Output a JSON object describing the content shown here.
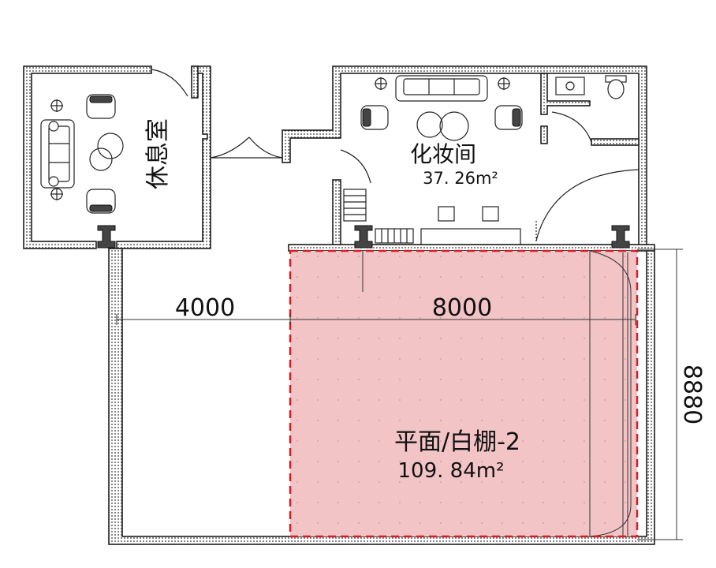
{
  "rooms": {
    "lounge": {
      "label": "休息室"
    },
    "makeup": {
      "label": "化妆间",
      "area": "37. 26m²"
    },
    "studio": {
      "label": "平面/白棚-2",
      "area": "109. 84m²"
    }
  },
  "dimensions": {
    "left_width": "4000",
    "studio_width": "8000",
    "studio_depth": "8880"
  },
  "colors": {
    "studio_fill": "#f2c4c6",
    "studio_border": "#d11f26",
    "wall": "#111111"
  }
}
